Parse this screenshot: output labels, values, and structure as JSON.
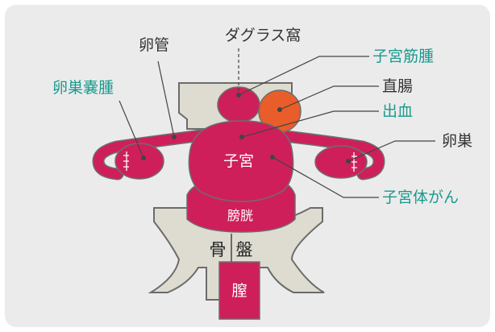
{
  "colors": {
    "panel": "#ebebeb",
    "bone": "#dedcd0",
    "bone_stroke": "#6b6b6b",
    "organ": "#cf1f5a",
    "organ_stroke": "#6e6e6e",
    "myoma": "#cf1f5a",
    "rectum_bleed": "#e85d2a",
    "teal_text": "#1a9a8f",
    "dark_text": "#333333",
    "leader_line": "#444444",
    "white_text": "#ffffff"
  },
  "labels": {
    "douglas": "ダグラス窩",
    "oviduct": "卵管",
    "ovarian_cyst": "卵巣嚢腫",
    "myoma": "子宮筋腫",
    "rectum": "直腸",
    "bleeding": "出血",
    "ovary": "卵巣",
    "uterine_cancer": "子宮体がん",
    "uterus": "子宮",
    "bladder": "膀胱",
    "pelvis_left": "骨",
    "pelvis_right": "盤",
    "vagina": "膣"
  },
  "teal_labels": [
    "ovarian_cyst",
    "myoma",
    "bleeding",
    "uterine_cancer"
  ]
}
